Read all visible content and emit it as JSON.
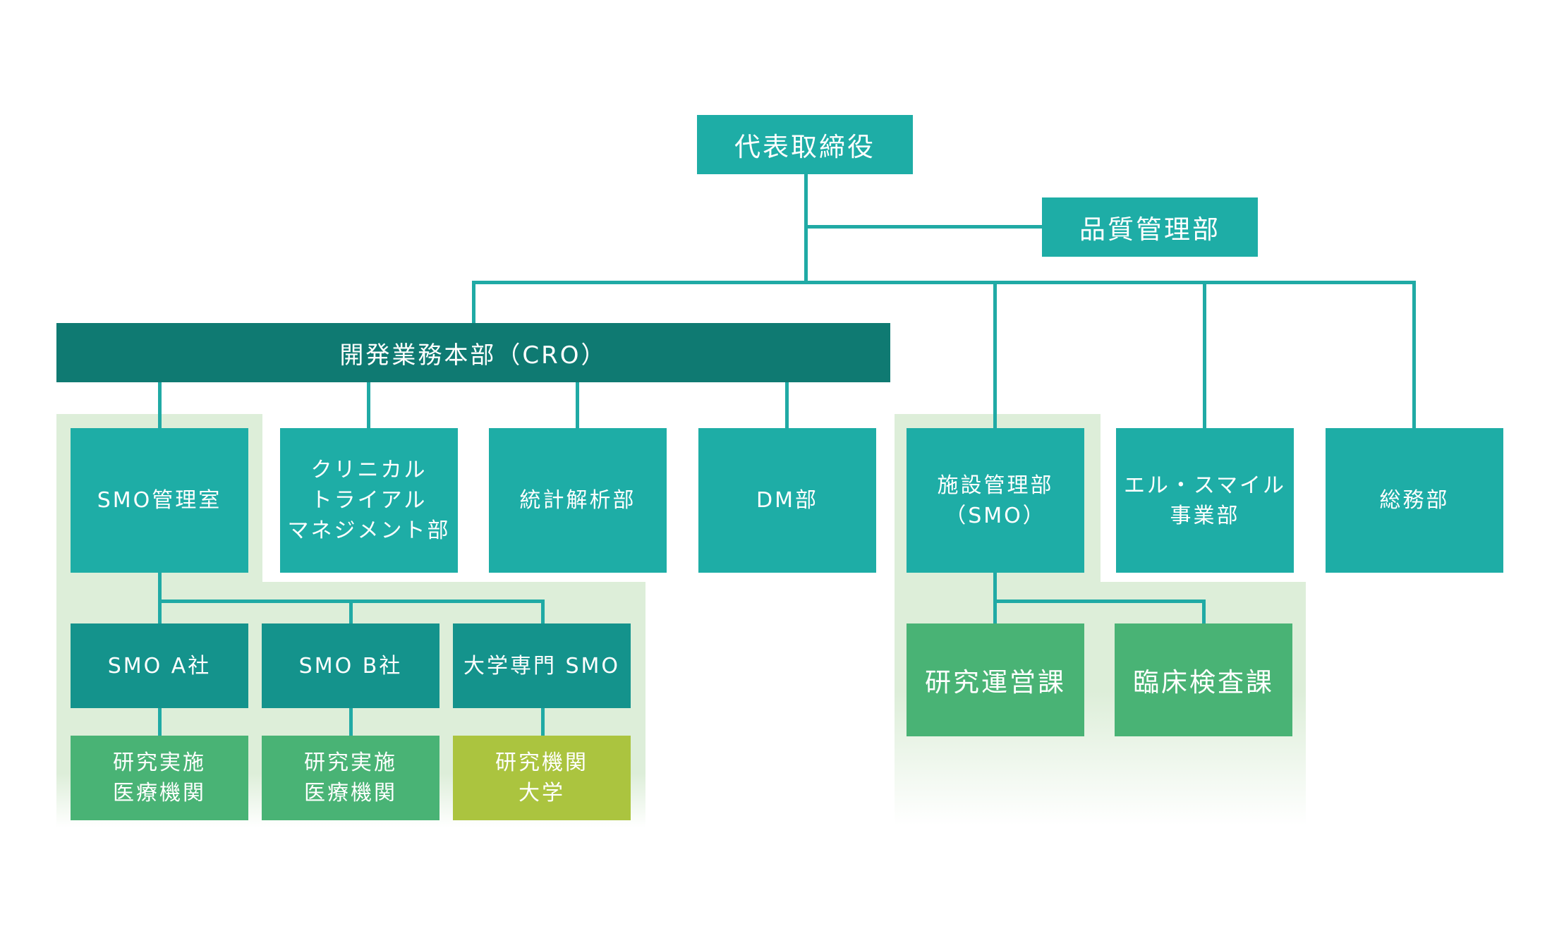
{
  "colors": {
    "line": "#20aaa5",
    "primary_box": "#1eada6",
    "secondary_box": "#14938c",
    "header_bar": "#0f7a72",
    "facility_box": "#49b375",
    "university_box": "#abc43f",
    "group_background": "#ddeed9"
  },
  "org": {
    "ceo": "代表取締役",
    "quality": "品質管理部",
    "cro_header": "開発業務本部（CRO）",
    "smo_office": "SMO管理室",
    "ctm": [
      "クリニカル",
      "トライアル",
      "マネジメント部"
    ],
    "stats": "統計解析部",
    "dm": "DM部",
    "facility": [
      "施設管理部",
      "（SMO）"
    ],
    "elsmile": [
      "エル・スマイル",
      "事業部"
    ],
    "general": "総務部",
    "smo_a": "SMO A社",
    "smo_b": "SMO B社",
    "univ_smo": "大学専門 SMO",
    "inst_a": [
      "研究実施",
      "医療機関"
    ],
    "inst_b": [
      "研究実施",
      "医療機関"
    ],
    "univ": [
      "研究機関",
      "大学"
    ],
    "research_ops": "研究運営課",
    "clinical_lab": "臨床検査課"
  }
}
